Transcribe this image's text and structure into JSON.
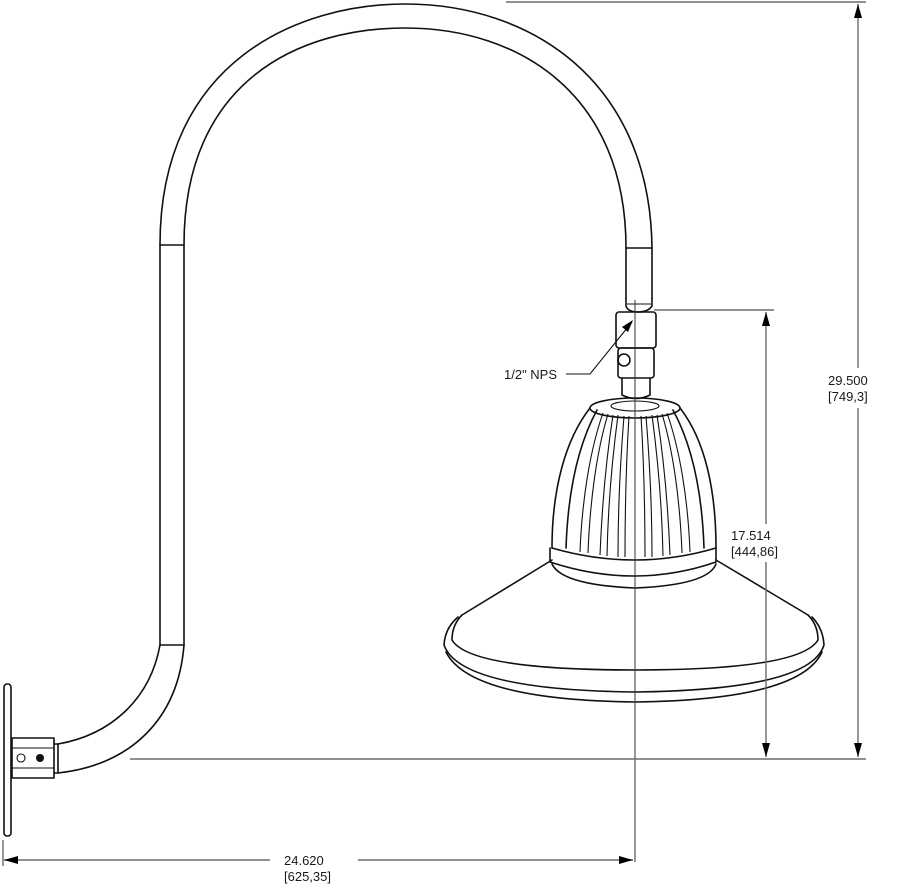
{
  "drawing": {
    "subject": "Gooseneck wall-mount light fixture with ribbed heatsink and shallow shade",
    "colors": {
      "line": "#111111",
      "dimension": "#6b6b6b",
      "background": "#ffffff"
    }
  },
  "dimensions": {
    "overall_height": {
      "imperial": "29.500",
      "metric": "[749,3]"
    },
    "hanging_height": {
      "imperial": "17.514",
      "metric": "[444,86]"
    },
    "projection": {
      "imperial": "24.620",
      "metric": "[625,35]"
    }
  },
  "callouts": {
    "thread": "1/2\" NPS"
  }
}
